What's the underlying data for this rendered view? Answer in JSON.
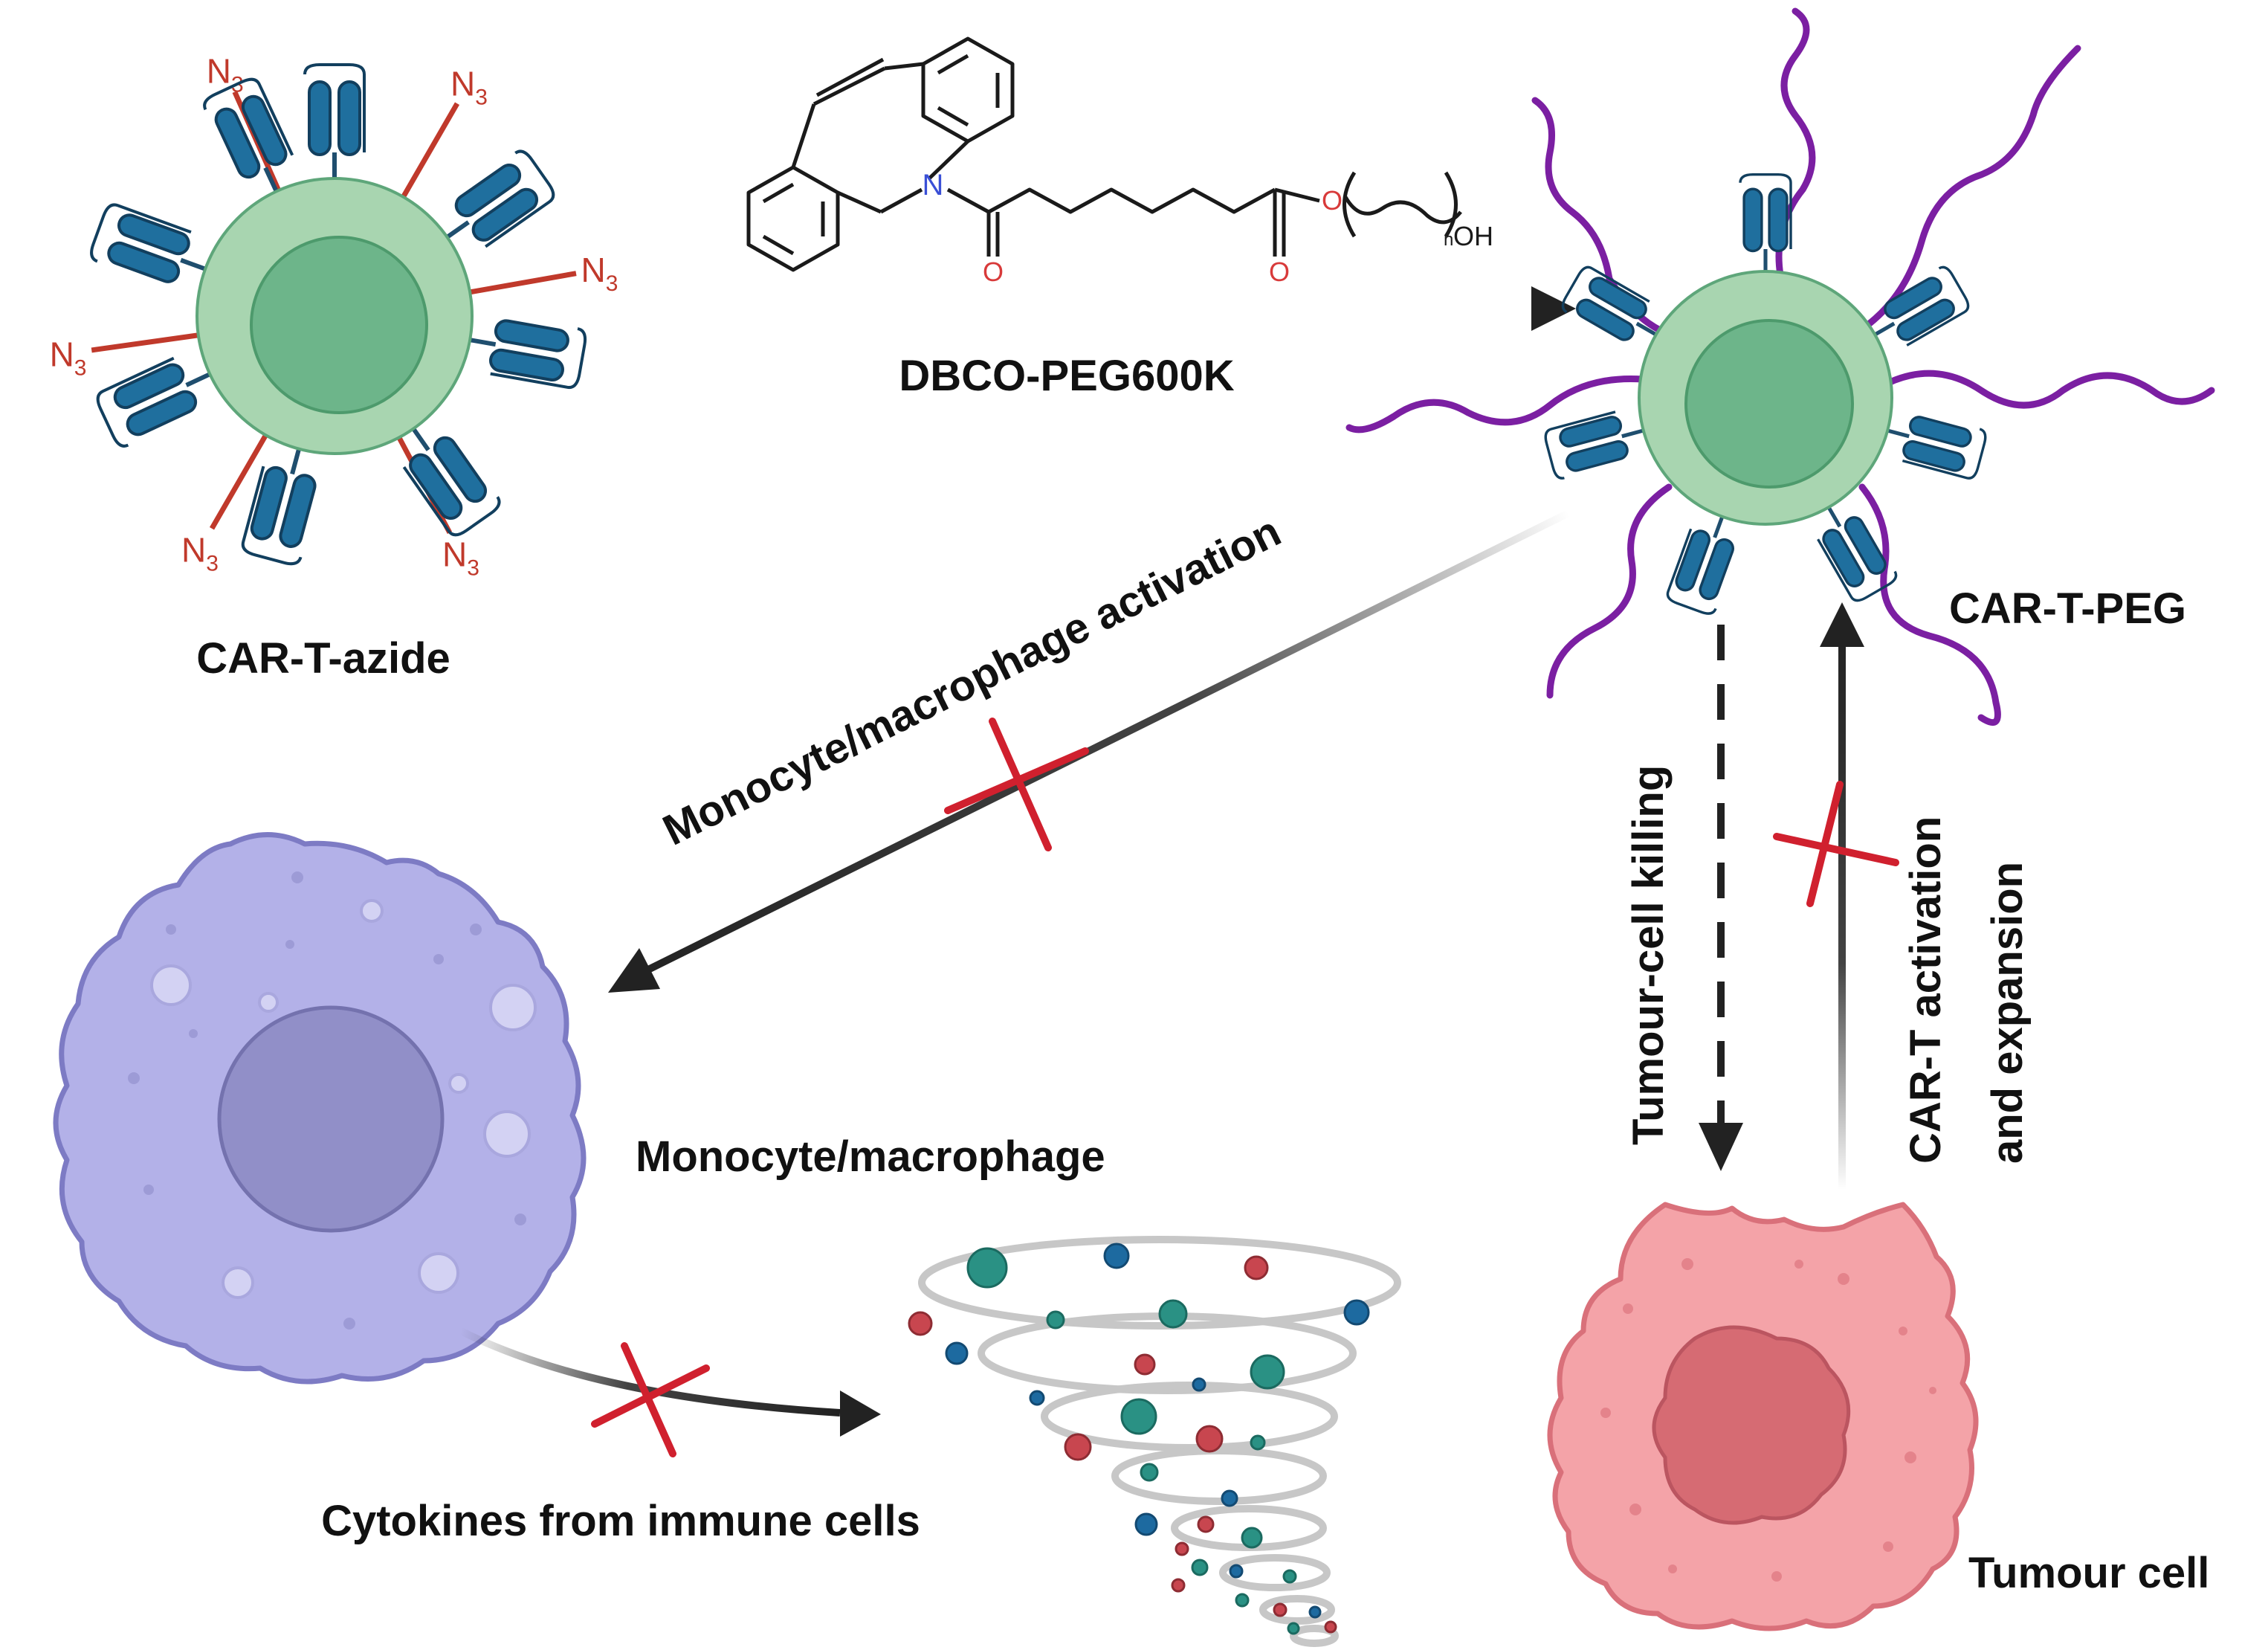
{
  "labels": {
    "car_t_azide": "CAR-T-azide",
    "reagent": "DBCO-PEG600K",
    "car_t_peg": "CAR-T-PEG",
    "monocyte_activation": "Monocyte/macrophage activation",
    "monocyte": "Monocyte/macrophage",
    "cytokines": "Cytokines from immune cells",
    "tumour_killing": "Tumour-cell killing",
    "car_t_activation_line1": "CAR-T activation",
    "car_t_activation_line2": "and expansion",
    "tumour_cell": "Tumour cell"
  },
  "chem": {
    "azide": "N",
    "azide_sub": "3",
    "nitrogen": "N",
    "oxygen": "O",
    "hydroxyl": "OH",
    "repeat": "n"
  },
  "colors": {
    "tcell_outer": "#a8d5b0",
    "tcell_inner": "#6db58a",
    "receptor": "#1f6f9e",
    "azide": "#c0392b",
    "peg": "#7b1fa2",
    "monocyte": "#b3b1e8",
    "monocyte_nucleus": "#918fc8",
    "tumour": "#f4a3a8",
    "tumour_nucleus": "#d66b73",
    "cross": "#d0202e",
    "arrow": "#222222"
  }
}
